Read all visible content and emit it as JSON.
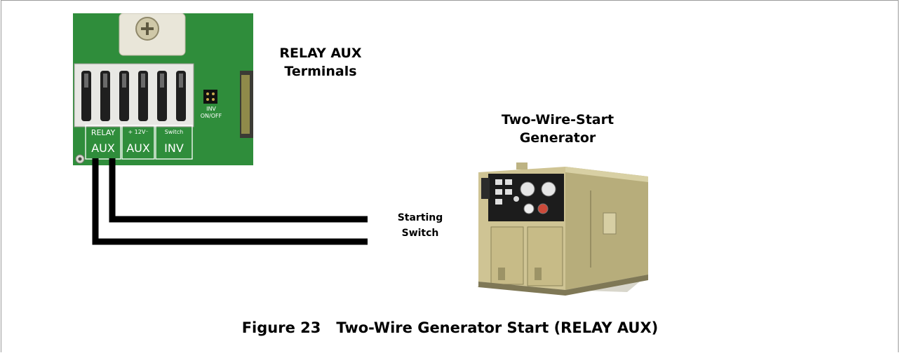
{
  "relay_aux_heading": {
    "line1": "RELAY AUX",
    "line2": "Terminals"
  },
  "generator_heading": {
    "line1": "Two-Wire-Start",
    "line2": "Generator"
  },
  "wire_label": {
    "line1": "Starting",
    "line2": "Switch"
  },
  "pcb": {
    "jumper_label_line1": "INV",
    "jumper_label_line2": "ON/OFF",
    "terminal_groups": [
      {
        "top": "RELAY",
        "bottom": "AUX"
      },
      {
        "top": "+ 12V⁻",
        "bottom": "AUX"
      },
      {
        "top": "Switch",
        "bottom": "INV"
      }
    ]
  },
  "caption": {
    "figure": "Figure 23",
    "title": "Two-Wire Generator Start (RELAY AUX)"
  },
  "colors": {
    "pcb_green": "#2e8a3a",
    "generator_tan": "#c9bf8e",
    "wire": "#000000"
  }
}
